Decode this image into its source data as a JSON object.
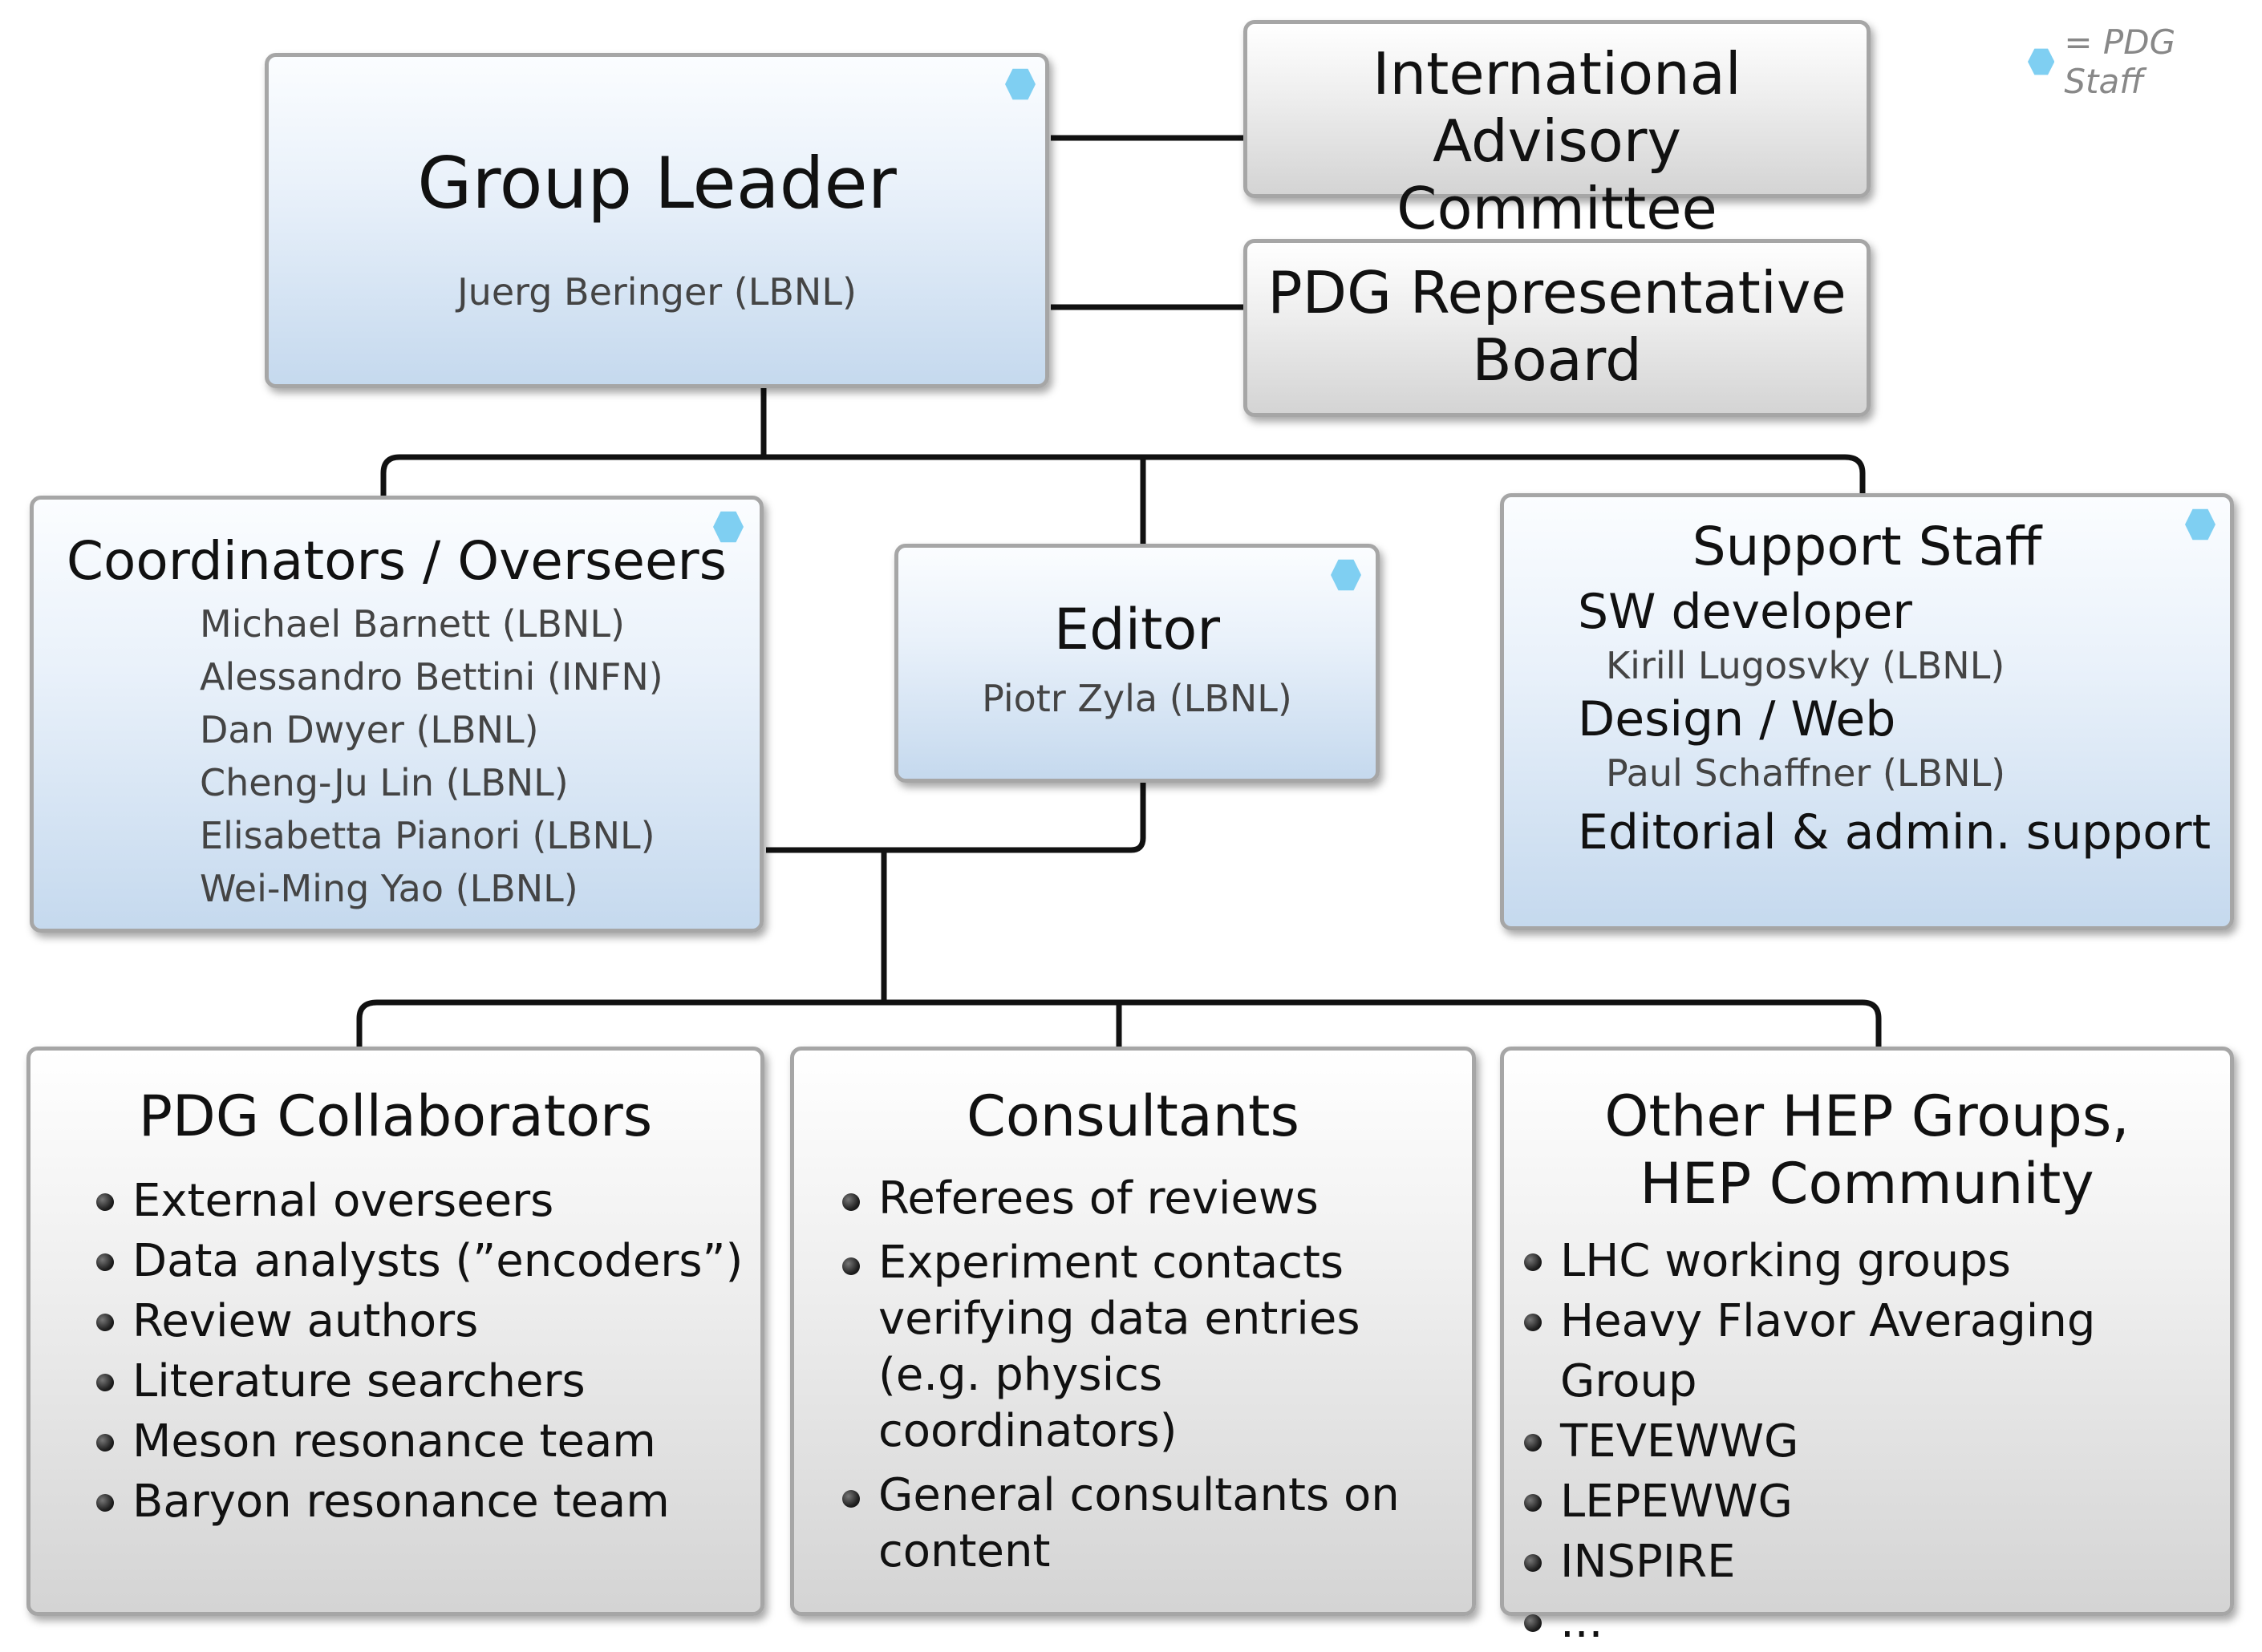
{
  "legend": {
    "label": "= PDG Staff"
  },
  "group_leader": {
    "title": "Group Leader",
    "name": "Juerg Beringer (LBNL)"
  },
  "advisory_committee": {
    "title_line1": "International Advisory",
    "title_line2": "Committee"
  },
  "representative_board": {
    "title_line1": "PDG Representative",
    "title_line2": "Board"
  },
  "coordinators": {
    "title": "Coordinators / Overseers",
    "members": [
      "Michael Barnett (LBNL)",
      "Alessandro Bettini (INFN)",
      "Dan Dwyer (LBNL)",
      "Cheng-Ju Lin (LBNL)",
      "Elisabetta Pianori (LBNL)",
      "Wei-Ming Yao (LBNL)"
    ]
  },
  "editor": {
    "title": "Editor",
    "name": "Piotr Zyla (LBNL)"
  },
  "support_staff": {
    "title": "Support Staff",
    "roles": [
      {
        "role": "SW developer",
        "name": "Kirill Lugosvky (LBNL)"
      },
      {
        "role": "Design / Web",
        "name": "Paul Schaffner (LBNL)"
      },
      {
        "role": "Editorial & admin. support"
      }
    ]
  },
  "collaborators": {
    "title": "PDG Collaborators",
    "items": [
      "External overseers",
      "Data analysts (”encoders”)",
      "Review authors",
      "Literature searchers",
      "Meson resonance team",
      "Baryon resonance team"
    ]
  },
  "consultants": {
    "title": "Consultants",
    "items": [
      {
        "line1": "Referees of reviews"
      },
      {
        "line1": "Experiment contacts",
        "line2": "verifying data entries",
        "line3": "(e.g. physics coordinators)"
      },
      {
        "line1": "General consultants on",
        "line2": "content"
      }
    ]
  },
  "other_groups": {
    "title_line1": "Other HEP Groups,",
    "title_line2": "HEP Community",
    "items": [
      "LHC working groups",
      "Heavy Flavor Averaging Group",
      "TEVEWWG",
      "LEPEWWG",
      "INSPIRE",
      "..."
    ]
  }
}
